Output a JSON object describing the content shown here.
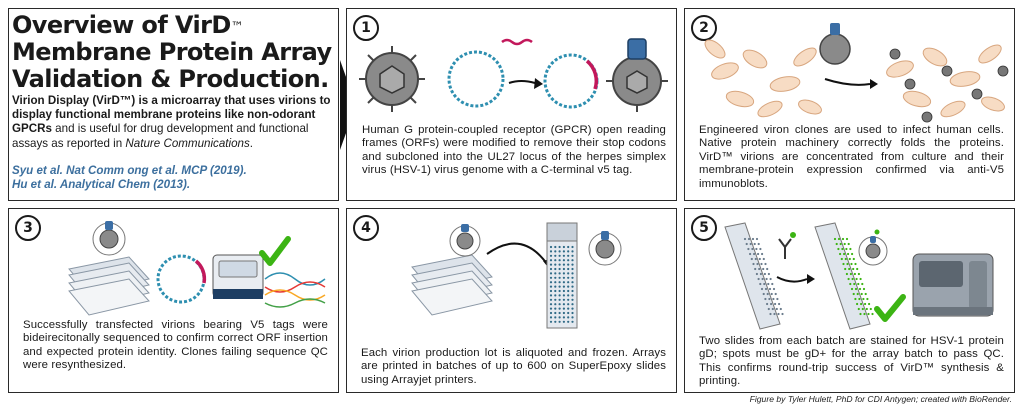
{
  "title": {
    "line1": "Overview of VirD",
    "tm": "™",
    "line2": "Membrane Protein Array",
    "line3": "Validation & Production."
  },
  "intro": {
    "p1": "Virion Display (VirD™) is a microarray that uses virions to display functional membrane proteins like non-odorant GPCRs",
    "p2": " and is useful for drug development and functional assays as reported in ",
    "journal": "Nature Communications",
    "p3": "."
  },
  "citations": [
    "Syu et al. Nat Comm ong et al. MCP (2019).",
    "Hu et al. Analytical Chem (2013)."
  ],
  "steps": [
    {
      "number": "1",
      "text": "Human G protein-coupled receptor (GPCR) open reading frames (ORFs) were modified to remove their stop codons and subcloned into the UL27 locus of the herpes simplex virus (HSV-1) virus genome with a C-terminal v5 tag."
    },
    {
      "number": "2",
      "text": "Engineered viron clones are used to infect human cells. Native protein machinery correctly folds the proteins.  VirD™ virions are concentrated from culture and their membrane-protein expression confirmed via anti-V5 immunoblots."
    },
    {
      "number": "3",
      "text": "Successfully transfected virions bearing V5 tags were bideirecitonally sequenced to confirm correct ORF insertion and expected protein identity. Clones failing sequence QC were resynthesized."
    },
    {
      "number": "4",
      "text": "Each virion production lot is aliquoted and frozen. Arrays are printed in batches of up to 600 on SuperEpoxy slides using Arrayjet printers."
    },
    {
      "number": "5",
      "text": "Two slides from each batch are stained for HSV-1 protein gD; spots must be gD+ for the array batch to pass QC. This confirms round-trip success of VirD™ synthesis & printing."
    }
  ],
  "credit": "Figure by Tyler Hulett, PhD for CDI Antygen; created with BioRender.",
  "colors": {
    "citation": "#3c6f9e",
    "check": "#3cb414",
    "dna_blue": "#2e8fb0",
    "dna_red": "#c2185b",
    "cell": "#f7dcc4"
  }
}
